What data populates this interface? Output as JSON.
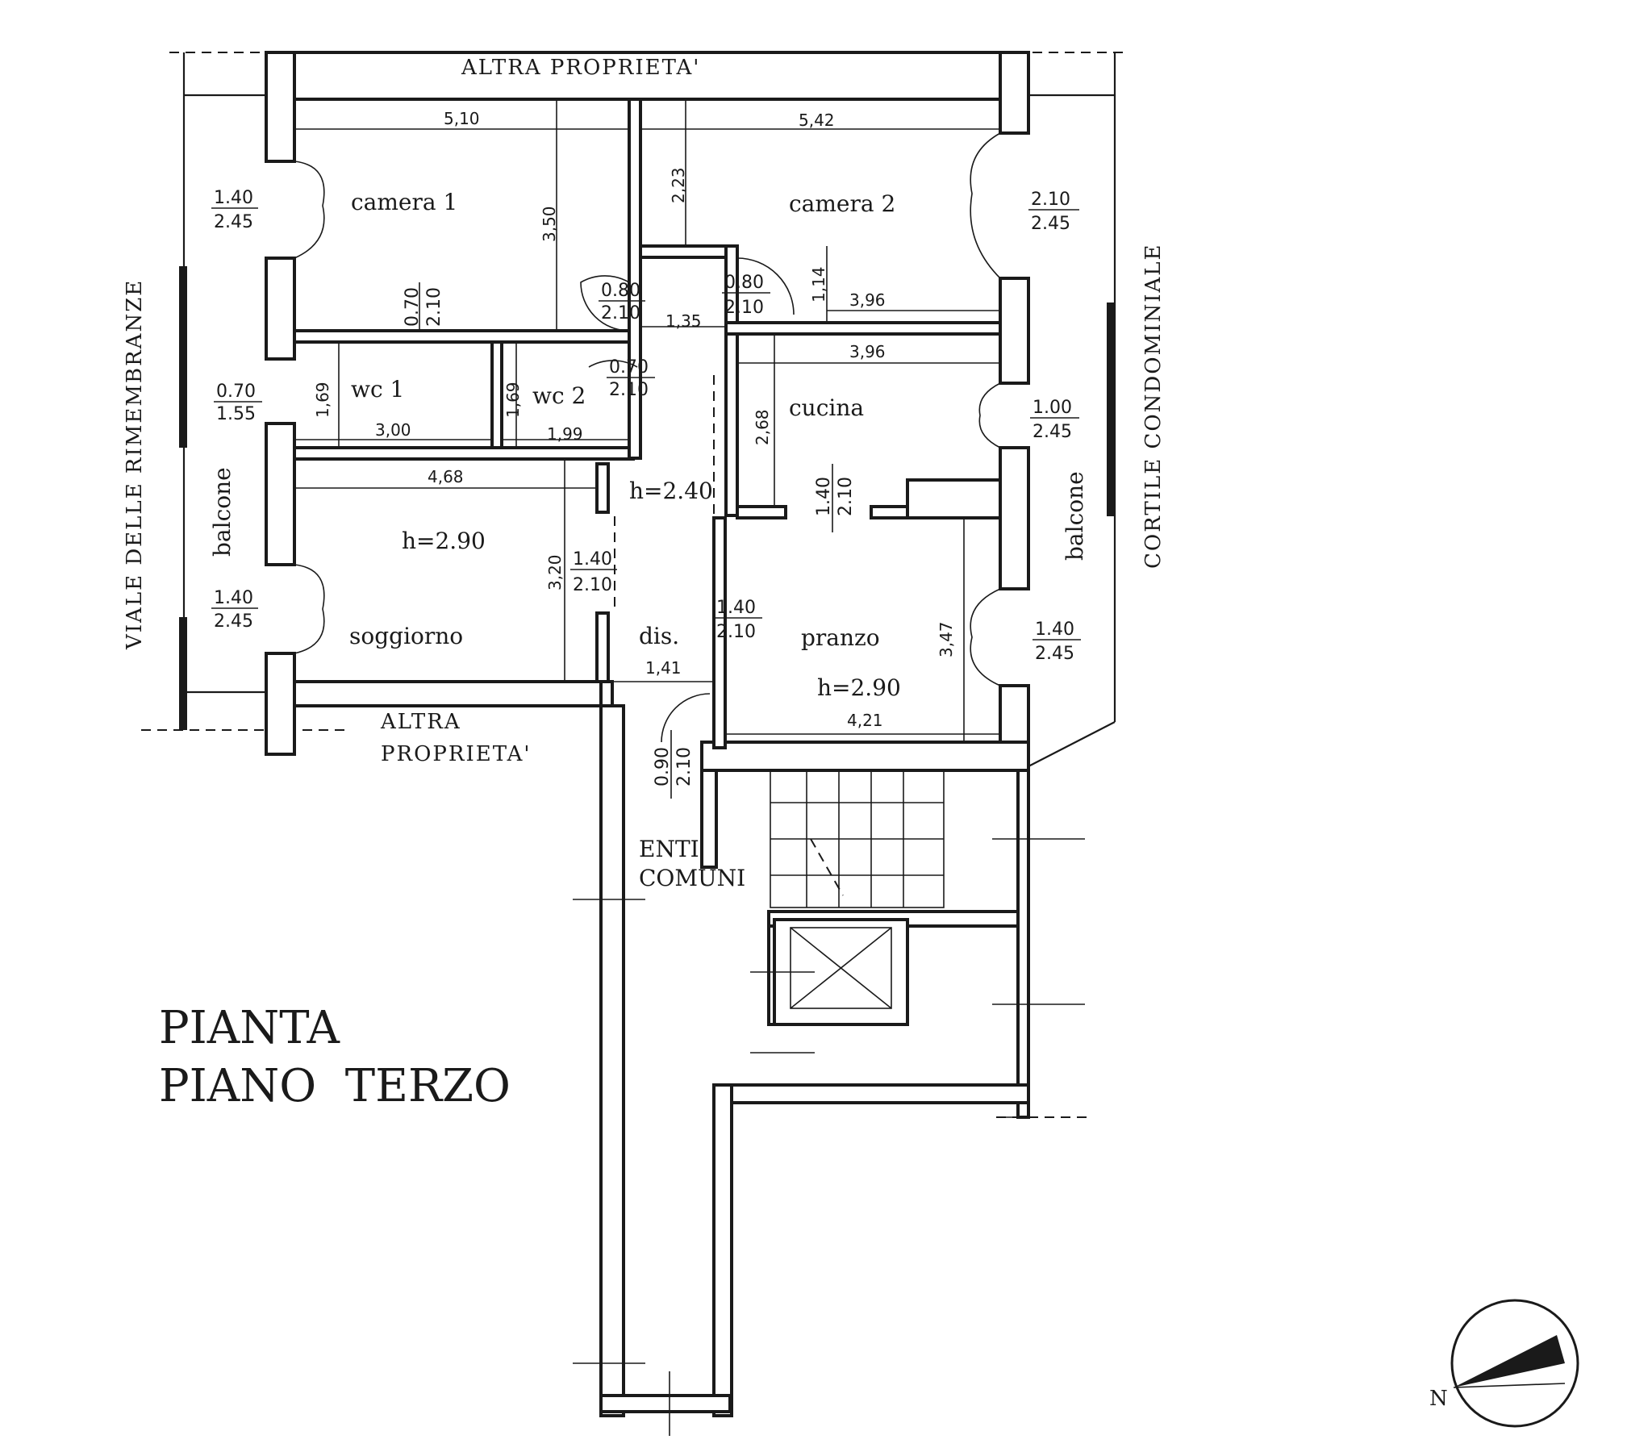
{
  "title": {
    "line1": "PIANTA",
    "line2": "PIANO  TERZO"
  },
  "surroundings": {
    "top": "ALTRA  PROPRIETA'",
    "bottom_left_1": "ALTRA",
    "bottom_left_2": "PROPRIETA'",
    "left_street": "VIALE DELLE RIMEMBRANZE",
    "right_court": "CORTILE CONDOMINIALE",
    "left_balcony": "balcone",
    "right_balcony": "balcone",
    "common_1": "ENTI",
    "common_2": "COMUNI"
  },
  "rooms": {
    "camera1": "camera 1",
    "camera2": "camera 2",
    "wc1": "wc 1",
    "wc2": "wc 2",
    "cucina": "cucina",
    "soggiorno": "soggiorno",
    "soggiorno_h": "h=2.90",
    "pranzo": "pranzo",
    "pranzo_h": "h=2.90",
    "dis": "dis.",
    "dis_h": "h=2.40"
  },
  "dimensions": {
    "d510": "5,10",
    "d542": "5,42",
    "d350": "3,50",
    "d223": "2,23",
    "d114": "1,14",
    "d396a": "3,96",
    "d396b": "3,96",
    "d135": "1,35",
    "d169a": "1,69",
    "d300": "3,00",
    "d169b": "1,69",
    "d199": "1,99",
    "d268": "2,68",
    "d468": "4,68",
    "d320": "3,20",
    "d141": "1,41",
    "d347": "3,47",
    "d421": "4,21"
  },
  "openings": [
    {
      "id": "w1",
      "top": "1.40",
      "bottom": "2.45"
    },
    {
      "id": "w2",
      "top": "2.10",
      "bottom": "2.45"
    },
    {
      "id": "d1",
      "top": "0.70",
      "bottom": "2.10"
    },
    {
      "id": "d2",
      "top": "0.80",
      "bottom": "2.10"
    },
    {
      "id": "d3",
      "top": "0.80",
      "bottom": "2.10"
    },
    {
      "id": "w3",
      "top": "0.70",
      "bottom": "1.55"
    },
    {
      "id": "d4",
      "top": "0.70",
      "bottom": "2.10"
    },
    {
      "id": "w4",
      "top": "1.00",
      "bottom": "2.45"
    },
    {
      "id": "d5",
      "top": "1.40",
      "bottom": "2.10"
    },
    {
      "id": "d6",
      "top": "1.40",
      "bottom": "2.10"
    },
    {
      "id": "d7",
      "top": "1.40",
      "bottom": "2.10"
    },
    {
      "id": "w5",
      "top": "1.40",
      "bottom": "2.45"
    },
    {
      "id": "w6",
      "top": "1.40",
      "bottom": "2.45"
    },
    {
      "id": "d8",
      "top": "0.90",
      "bottom": "2.10"
    }
  ],
  "compass": {
    "label": "N"
  }
}
